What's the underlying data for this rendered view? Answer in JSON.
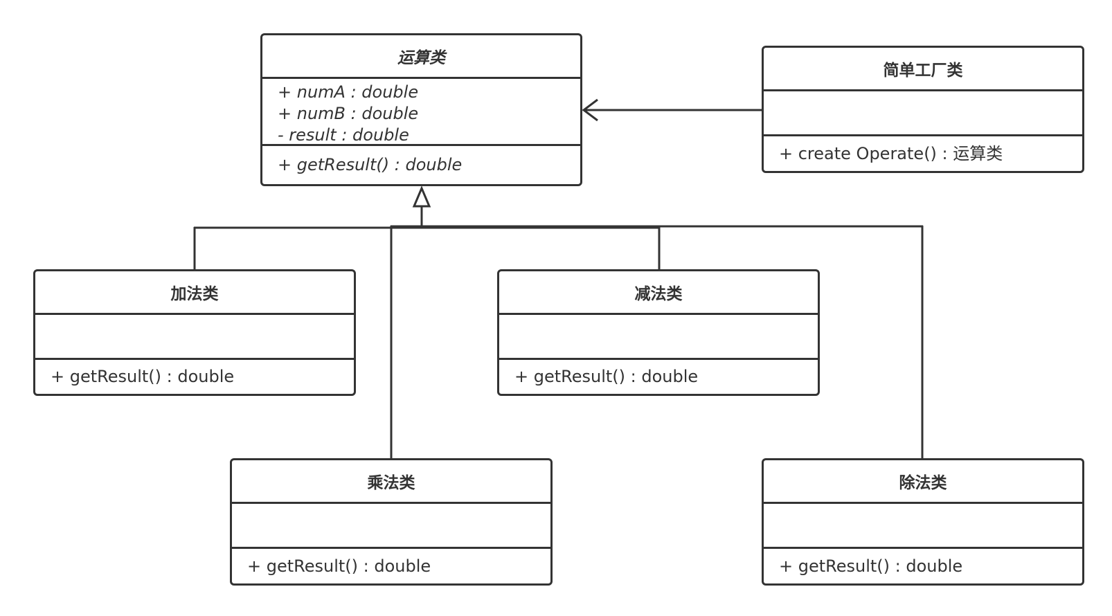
{
  "diagram": {
    "base_class": {
      "name": "运算类",
      "attributes": [
        "+ numA : double",
        "+ numB : double",
        "- result : double"
      ],
      "methods": [
        "+ getResult() : double"
      ]
    },
    "factory_class": {
      "name": "简单工厂类",
      "attributes": [],
      "methods": [
        "+ create Operate() : 运算类"
      ]
    },
    "subclasses": [
      {
        "name": "加法类",
        "attributes": [],
        "methods": [
          "+ getResult() : double"
        ]
      },
      {
        "name": "减法类",
        "attributes": [],
        "methods": [
          "+ getResult() : double"
        ]
      },
      {
        "name": "乘法类",
        "attributes": [],
        "methods": [
          "+ getResult() : double"
        ]
      },
      {
        "name": "除法类",
        "attributes": [],
        "methods": [
          "+ getResult() : double"
        ]
      }
    ],
    "relations": [
      {
        "type": "dependency",
        "from": "简单工厂类",
        "to": "运算类"
      },
      {
        "type": "generalization",
        "from": "加法类",
        "to": "运算类"
      },
      {
        "type": "generalization",
        "from": "减法类",
        "to": "运算类"
      },
      {
        "type": "generalization",
        "from": "乘法类",
        "to": "运算类"
      },
      {
        "type": "generalization",
        "from": "除法类",
        "to": "运算类"
      }
    ],
    "line_color": "#333333",
    "background_color": "#ffffff"
  }
}
